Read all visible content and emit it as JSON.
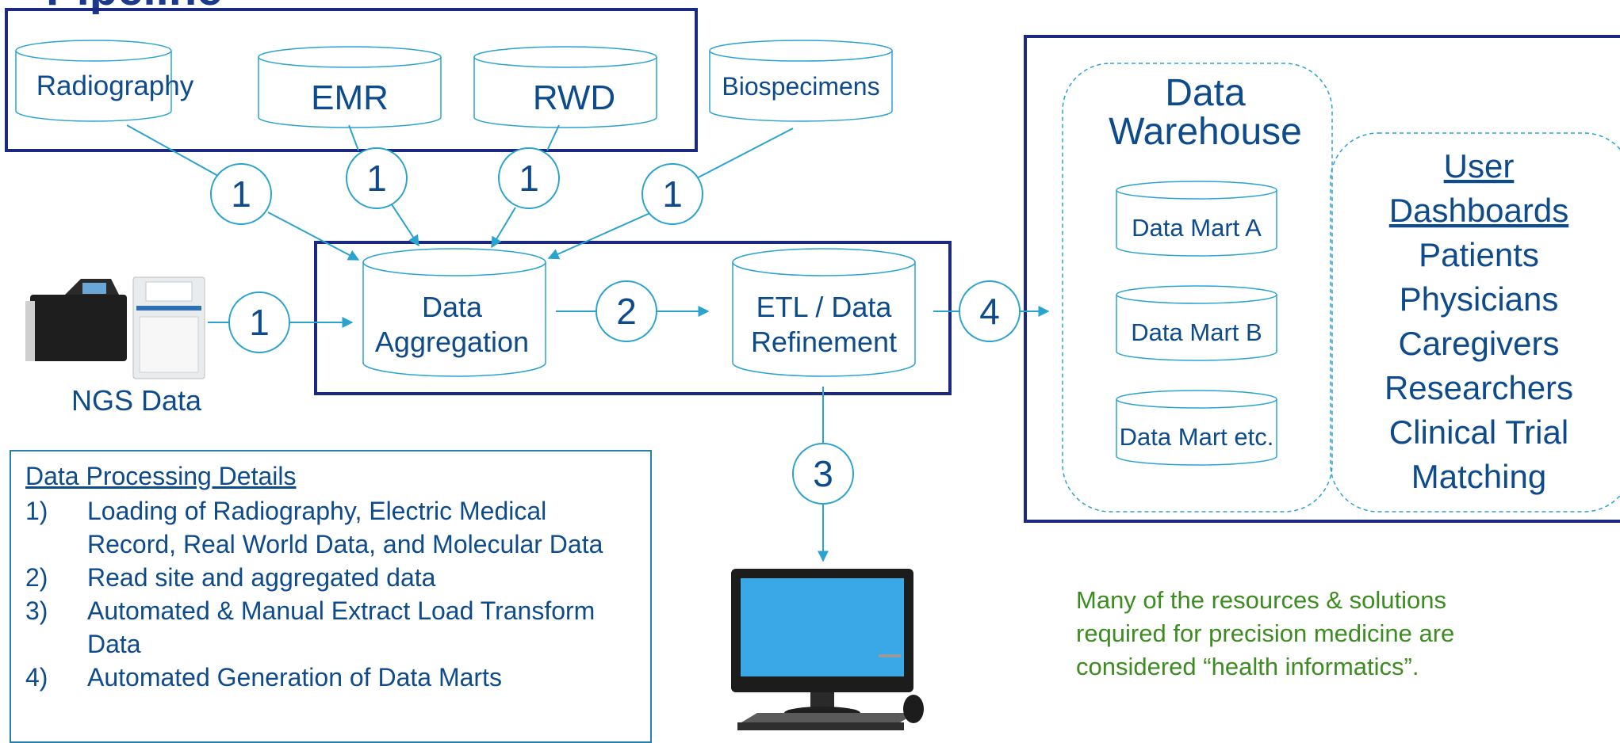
{
  "title_fragment": "Pipeline",
  "sources": {
    "radiography": "Radiography",
    "emr": "EMR",
    "rwd": "RWD",
    "biospecimens": "Biospecimens"
  },
  "steps": {
    "s1": "1",
    "s2": "2",
    "s3": "3",
    "s4": "4"
  },
  "ngs_label": "NGS Data",
  "aggregation": {
    "line1": "Data",
    "line2": "Aggregation"
  },
  "etl": {
    "line1": "ETL / Data",
    "line2": "Refinement"
  },
  "warehouse": {
    "line1": "Data",
    "line2": "Warehouse",
    "marts": [
      "Data Mart A",
      "Data Mart B",
      "Data Mart etc."
    ]
  },
  "dashboards": {
    "heading_line1": "User",
    "heading_line2": "Dashboards",
    "items": [
      "Patients",
      "Physicians",
      "Caregivers",
      "Researchers",
      "Clinical Trial",
      "Matching"
    ]
  },
  "details": {
    "heading": "Data Processing Details",
    "items": [
      {
        "num": "1)",
        "text": "Loading of Radiography, Electric Medical Record, Real World Data, and Molecular Data"
      },
      {
        "num": "2)",
        "text": "Read site and aggregated data"
      },
      {
        "num": "3)",
        "text": "Automated & Manual Extract Load Transform Data"
      },
      {
        "num": "4)",
        "text": "Automated Generation of Data Marts"
      }
    ]
  },
  "note": "Many of the resources & solutions required for precision medicine are considered “health informatics”.",
  "colors": {
    "navy": "#1b2a80",
    "teal": "#2aa3cf",
    "text": "#0d4b8c",
    "green": "#3d8c22"
  }
}
